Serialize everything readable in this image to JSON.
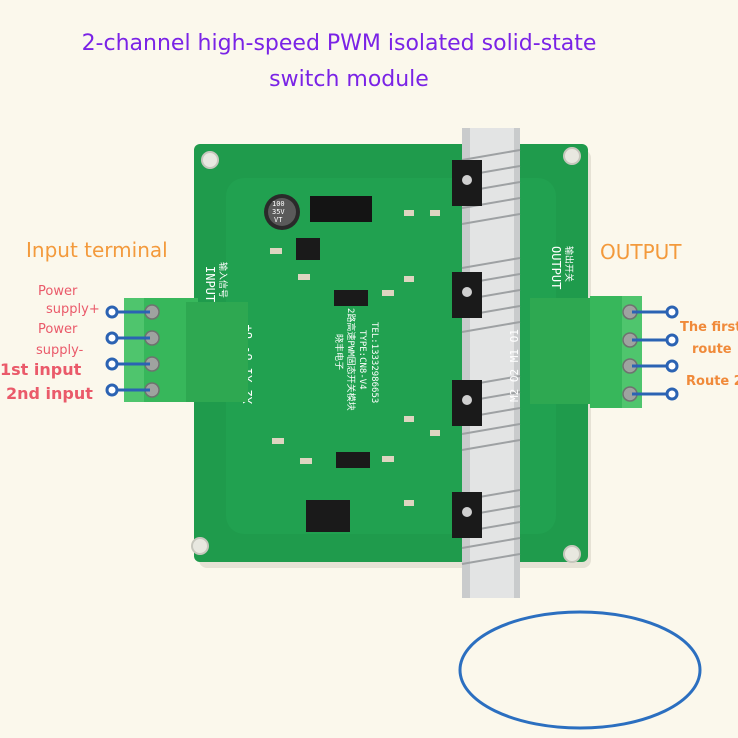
{
  "title": {
    "line1": "2-channel high-speed PWM isolated solid-state",
    "line2": "switch module"
  },
  "labels": {
    "input_terminal": "Input terminal",
    "output": "OUTPUT",
    "power_plus_1": "Power",
    "power_plus_2": "supply+",
    "power_minus_1": "Power",
    "power_minus_2": "supply-",
    "input_1": "1st input",
    "input_2": "2nd input",
    "route1_1": "The first",
    "route1_2": "route",
    "route2": "Route 2"
  },
  "silkscreen": {
    "input": "INPUT",
    "input_cn": "输入信号",
    "output": "OUTPUT",
    "output_cn": "输出开关",
    "input_pins": "X2 X1 U- U+",
    "output_pins": "M2 O2 M1 O1",
    "brand": "晓丰电子",
    "product_cn": "2路高速PWM固态开关模块",
    "type": "TYPE:CN8-V4",
    "tel": "TEL:13332986653",
    "cap_label_1": "100",
    "cap_label_2": "35V",
    "cap_label_3": "VT"
  },
  "colors": {
    "title": "#7a23e6",
    "heading": "#f39a3c",
    "pin_label": "#ea5a6a",
    "pcb": "#1f9b4c",
    "terminal": "#37b75b",
    "marker": "#2b63b3"
  }
}
